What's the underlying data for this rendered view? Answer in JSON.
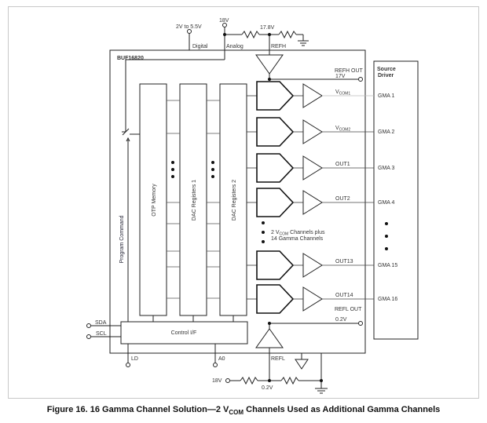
{
  "figure": {
    "caption_prefix": "Figure 16. 16 Gamma Channel Solution—2 V",
    "caption_sub": "COM",
    "caption_suffix": " Channels Used as Additional Gamma Channels"
  },
  "supply": {
    "digital_voltage": "2V to 5.5V",
    "digital_label": "Digital",
    "analog_voltage": "18V",
    "analog_label": "Analog",
    "refh_node_voltage": "17.8V",
    "refh_label": "REFH"
  },
  "chip": {
    "name": "BUF16820",
    "blocks": {
      "otp": "OTP Memory",
      "dac1": "DAC Registers 1",
      "dac2": "DAC Registers 2",
      "control": "Control I/F",
      "program_command": "Program Command"
    },
    "note_line1_prefix": "2 V",
    "note_line1_sub": "COM",
    "note_line1_suffix": " Channels plus",
    "note_line2": "14 Gamma Channels",
    "outputs": [
      {
        "label": "V",
        "sub": "COM1"
      },
      {
        "label": "V",
        "sub": "COM2"
      },
      {
        "label": "OUT1",
        "sub": ""
      },
      {
        "label": "OUT2",
        "sub": ""
      },
      {
        "label": "OUT13",
        "sub": ""
      },
      {
        "label": "OUT14",
        "sub": ""
      }
    ],
    "refh_out_label": "REFH OUT",
    "refh_out_voltage": "17V",
    "refl_out_label": "REFL OUT",
    "refl_out_voltage": "0.2V",
    "pins": {
      "sda": "SDA",
      "scl": "SCL",
      "ld": "LD",
      "a0": "A0",
      "refl": "REFL"
    }
  },
  "source_driver": {
    "title_line1": "Source",
    "title_line2": "Driver",
    "inputs": [
      "GMA 1",
      "GMA 2",
      "GMA 3",
      "GMA 4",
      "GMA 15",
      "GMA 16"
    ]
  },
  "refl_network": {
    "supply_voltage": "18V",
    "node_voltage": "0.2V"
  }
}
